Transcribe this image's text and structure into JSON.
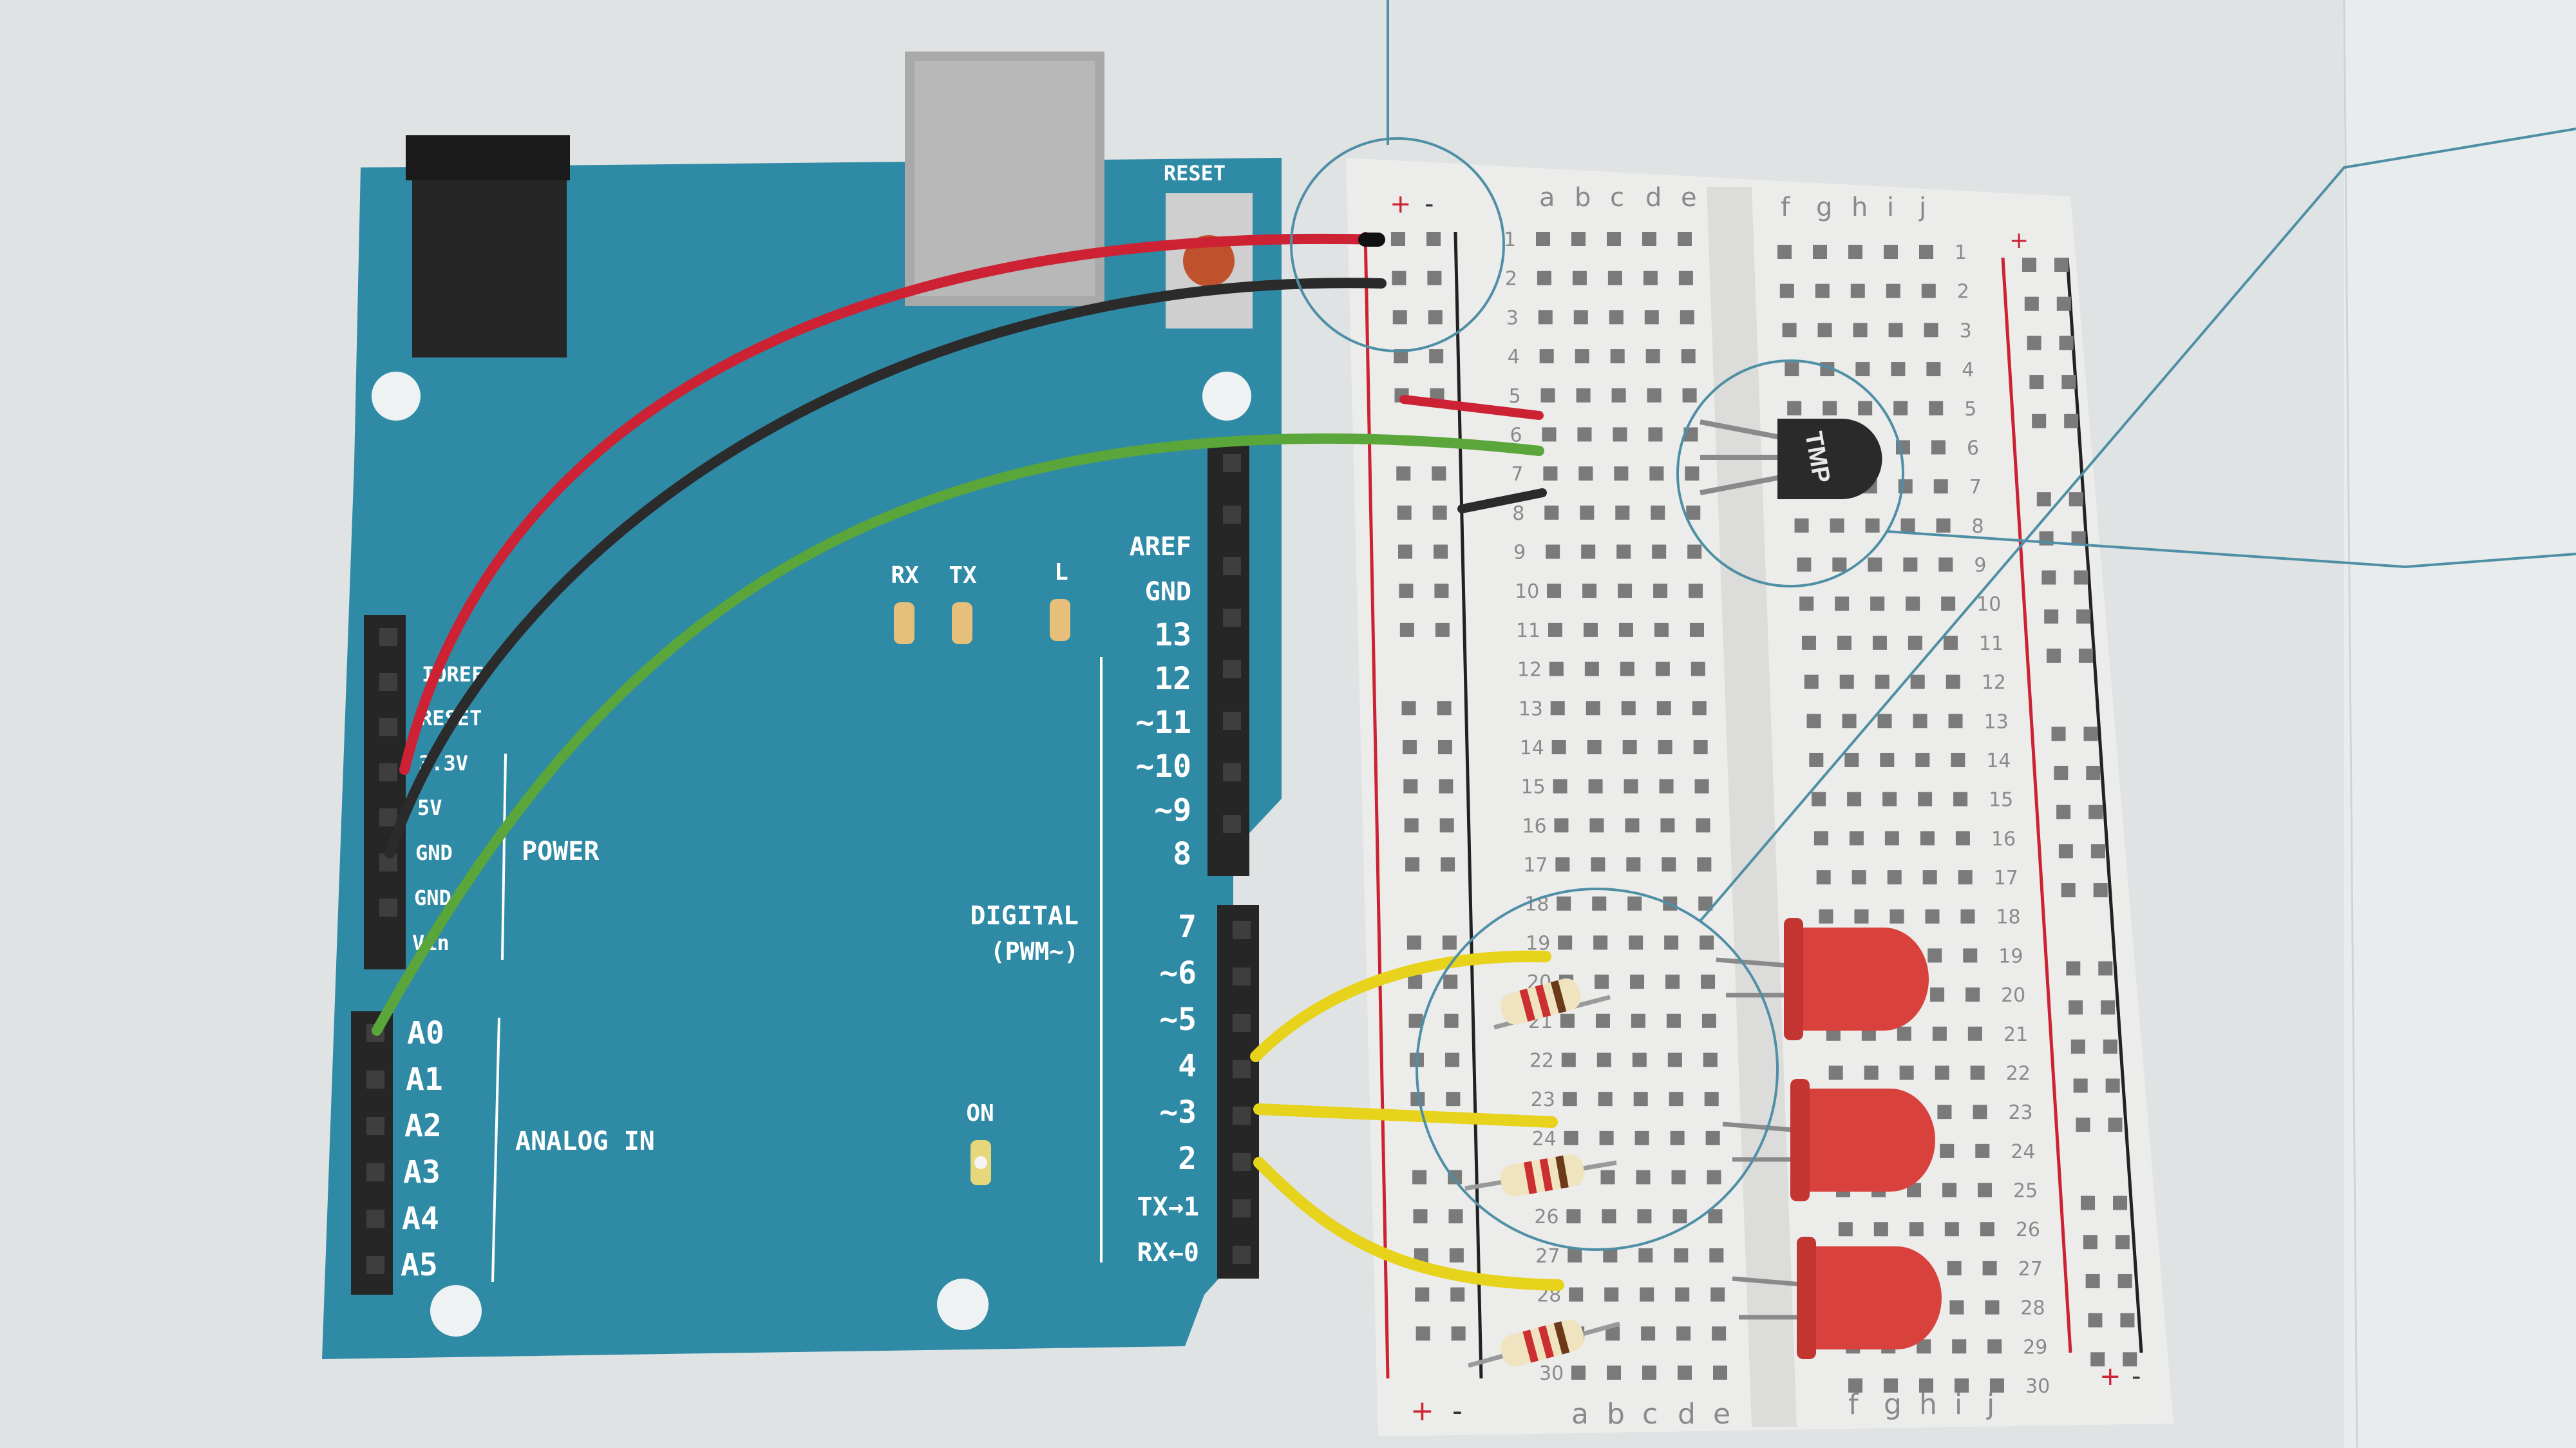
{
  "board": {
    "reset_label": "RESET",
    "rx_label": "RX",
    "tx_label": "TX",
    "l_label": "L",
    "on_label": "ON",
    "power_label": "POWER",
    "analog_label": "ANALOG IN",
    "digital_label": "DIGITAL",
    "pwm_label": "(PWM~)",
    "power_pins": [
      "IOREF",
      "RESET",
      "3.3V",
      "5V",
      "GND",
      "GND",
      "Vin"
    ],
    "analog_pins": [
      "A0",
      "A1",
      "A2",
      "A3",
      "A4",
      "A5"
    ],
    "digital_pins_upper": [
      "AREF",
      "GND",
      "13",
      "12",
      "~11",
      "~10",
      "~9",
      "8"
    ],
    "digital_pins_lower": [
      "7",
      "~6",
      "~5",
      "4",
      "~3",
      "2",
      "TX→1",
      "RX←0"
    ]
  },
  "breadboard": {
    "columns_left": [
      "a",
      "b",
      "c",
      "d",
      "e"
    ],
    "columns_right": [
      "f",
      "g",
      "h",
      "i",
      "j"
    ],
    "rows": [
      "1",
      "2",
      "3",
      "4",
      "5",
      "6",
      "7",
      "8",
      "9",
      "10",
      "11",
      "12",
      "13",
      "14",
      "15",
      "16",
      "17",
      "18",
      "19",
      "20",
      "21",
      "22",
      "23",
      "24",
      "25",
      "26",
      "27",
      "28",
      "29",
      "30"
    ],
    "rail_plus": "+",
    "rail_minus": "-"
  },
  "sensor": {
    "label": "TMP"
  },
  "colors": {
    "board": "#2f8aa6",
    "wire_red": "#cc2233",
    "wire_black": "#2b2b2b",
    "wire_green": "#5aa63a",
    "wire_yellow": "#e7d21c",
    "led": "#d9423c",
    "callout": "#4f8fa6"
  }
}
